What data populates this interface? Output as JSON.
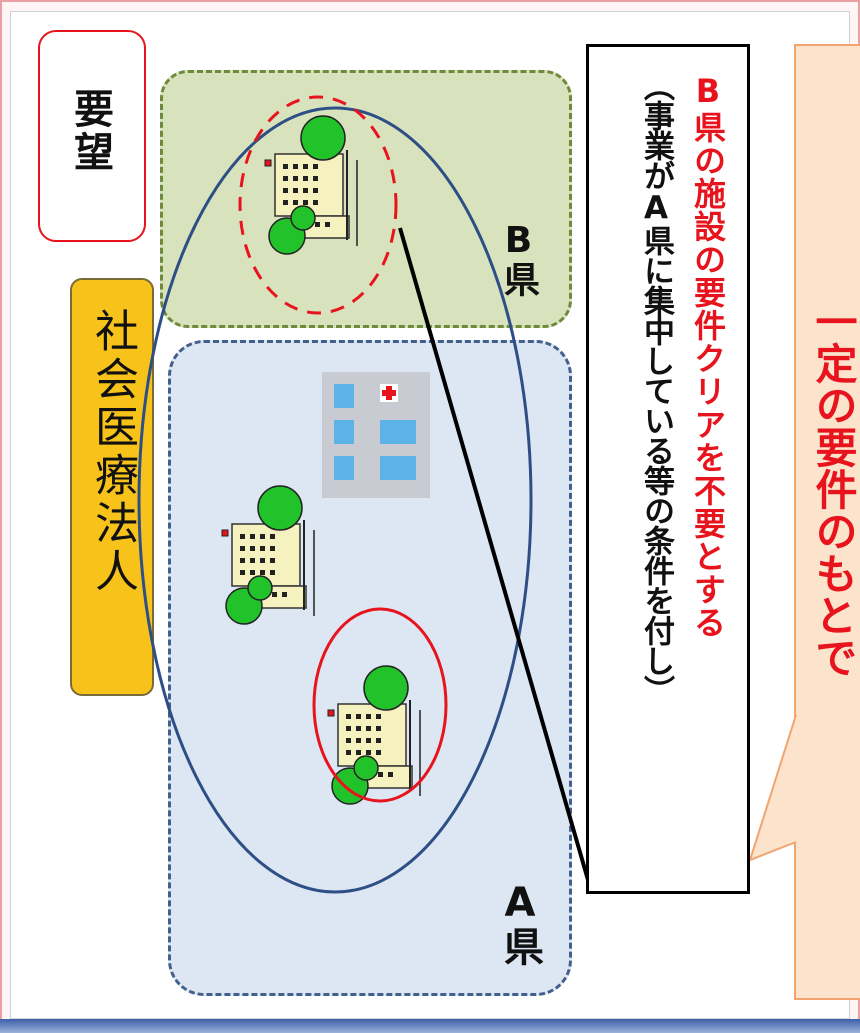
{
  "labels": {
    "request": "要望",
    "corporation": "社会医療法人",
    "prefecture_b": "B県",
    "prefecture_a": "A県"
  },
  "callout": {
    "condition": "（事業がA県に集中している等の条件を付し）",
    "exemption": "B県の施設の要件クリアを不要とする"
  },
  "note": {
    "text": "一定の要件のもとで"
  },
  "colors": {
    "accent_red": "#e8141d",
    "corp_badge": "#f7c21a",
    "region_b": "#d8e3bd",
    "region_a": "#dde6f3",
    "note_bg": "#fce3cc"
  },
  "icons": [
    "hospital-icon",
    "hospital-building-icon"
  ]
}
